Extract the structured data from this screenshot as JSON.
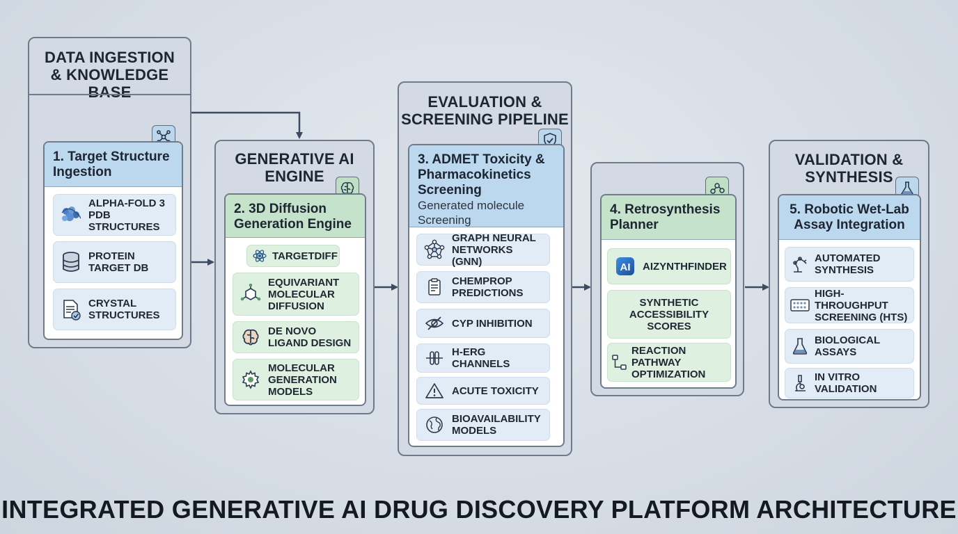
{
  "page_title": "INTEGRATED GENERATIVE AI DRUG DISCOVERY PLATFORM ARCHITECTURE",
  "colors": {
    "background": "#d6dde5",
    "panel": "#d3dae3",
    "blue_header": "#bcd8ee",
    "green_header": "#c5e2cb",
    "blue_item": "#e2ecf6",
    "green_item": "#def0e0",
    "connector": "#3b4b60"
  },
  "columns": [
    {
      "title": "DATA INGESTION\n& KNOWLEDGE BASE",
      "badge_icon": "network-molecule-icon",
      "stage": {
        "title": "1. Target Structure\nIngestion",
        "subtitle": ""
      },
      "items": [
        {
          "label": "ALPHA-FOLD 3\nPDB STRUCTURES",
          "icon": "protein-structure-icon"
        },
        {
          "label": "PROTEIN\nTARGET DB",
          "icon": "database-icon"
        },
        {
          "label": "CRYSTAL\nSTRUCTURES",
          "icon": "document-check-icon"
        }
      ]
    },
    {
      "title": "GENERATIVE AI\nENGINE",
      "badge_icon": "brain-icon",
      "stage": {
        "title": "2. 3D Diffusion\nGeneration Engine",
        "subtitle": ""
      },
      "items": [
        {
          "label": "TARGETDIFF",
          "icon": "atom-icon"
        },
        {
          "label": "EQUIVARIANT\nMOLECULAR\nDIFFUSION",
          "icon": "molecule-icon"
        },
        {
          "label": "DE NOVO\nLIGAND DESIGN",
          "icon": "brain-icon"
        },
        {
          "label": "MOLECULAR\nGENERATION\nMODELS",
          "icon": "gear-icon"
        }
      ]
    },
    {
      "title": "EVALUATION &\nSCREENING PIPELINE",
      "badge_icon": "shield-check-icon",
      "stage": {
        "title": "3. ADMET Toxicity &\nPharmacokinetics\nScreening",
        "subtitle": "Generated molecule\nScreening"
      },
      "items": [
        {
          "label": "GRAPH NEURAL\nNETWORKS (GNN)",
          "icon": "graph-network-icon"
        },
        {
          "label": "CHEMPROP\nPREDICTIONS",
          "icon": "clipboard-icon"
        },
        {
          "label": "CYP INHIBITION",
          "icon": "eye-off-icon"
        },
        {
          "label": "H-ERG CHANNELS",
          "icon": "ion-channel-icon"
        },
        {
          "label": "ACUTE TOXICITY",
          "icon": "warning-icon"
        },
        {
          "label": "BIOAVAILABILITY\nMODELS",
          "icon": "globe-icon"
        }
      ]
    },
    {
      "title": "",
      "badge_icon": "pathway-nodes-icon",
      "stage": {
        "title": "4. Retrosynthesis\nPlanner",
        "subtitle": ""
      },
      "items": [
        {
          "label": "AIZYNTHFINDER",
          "icon": "ai-logo-icon"
        },
        {
          "label": "SYNTHETIC\nACCESSIBILITY\nSCORES",
          "icon": ""
        },
        {
          "label": "REACTION PATHWAY\nOPTIMIZATION",
          "icon": "flowchart-icon"
        }
      ]
    },
    {
      "title": "VALIDATION &\nSYNTHESIS",
      "badge_icon": "flask-icon",
      "stage": {
        "title": "5. Robotic Wet-Lab\nAssay Integration",
        "subtitle": ""
      },
      "items": [
        {
          "label": "AUTOMATED\nSYNTHESIS",
          "icon": "robot-arm-icon"
        },
        {
          "label": "HIGH-THROUGHPUT\nSCREENING (HTS)",
          "icon": "well-plate-icon"
        },
        {
          "label": "BIOLOGICAL\nASSAYS",
          "icon": "beaker-icon"
        },
        {
          "label": "IN VITRO\nVALIDATION",
          "icon": "microscope-icon"
        }
      ]
    }
  ]
}
